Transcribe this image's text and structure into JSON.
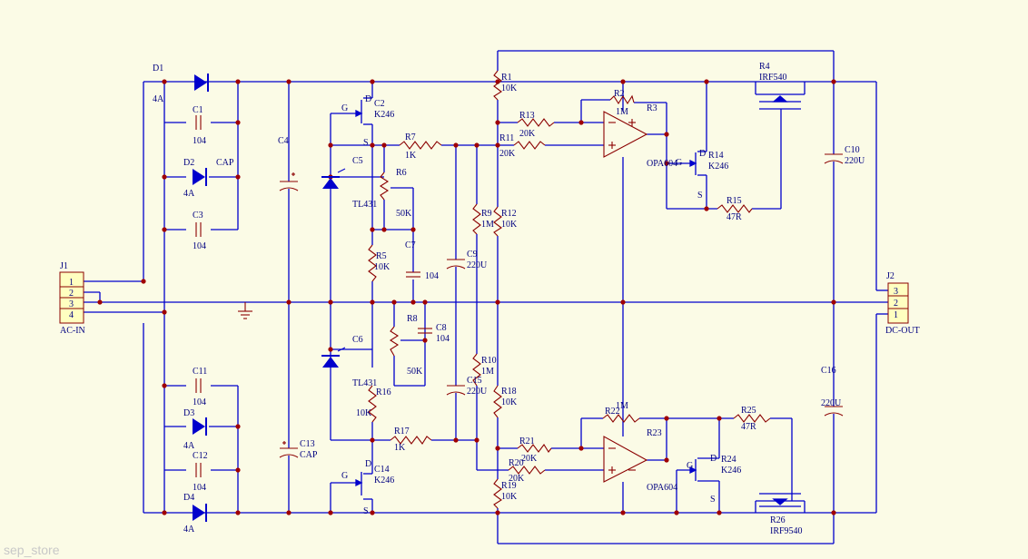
{
  "labels": {
    "D1": "D1",
    "A1": "4A",
    "C1": "C1",
    "v104a": "104",
    "D2": "D2",
    "A2": "4A",
    "CAPa": "CAP",
    "C3": "C3",
    "v104b": "104",
    "C4": "C4",
    "C13": "C13",
    "CAPb": "CAP",
    "C11": "C11",
    "v104c": "104",
    "D3": "D3",
    "A3": "4A",
    "C12": "C12",
    "v104d": "104",
    "D4": "D4",
    "A4": "4A",
    "J1": "J1",
    "ACIN": "AC-IN",
    "p1": "1",
    "p2": "2",
    "p3": "3",
    "p4": "4",
    "J2": "J2",
    "DCOUT": "DC-OUT",
    "q3": "3",
    "q2": "2",
    "q1": "1",
    "G1": "G",
    "C2": "C2",
    "K1": "K246",
    "S1": "S",
    "Dd1": "D",
    "C5": "C5",
    "TL1": "TL431",
    "R6": "R6",
    "R7": "R7",
    "k1a": "1K",
    "k50a": "50K",
    "R5": "R5",
    "k10a": "10K",
    "C7": "C7",
    "v104e": "104",
    "R8": "R8",
    "C8": "C8",
    "v104f": "104",
    "k50b": "50K",
    "C6": "C6",
    "TL2": "TL431",
    "R16": "R16",
    "k10b": "10K",
    "R17": "R17",
    "k1b": "1K",
    "G2": "G",
    "C14": "C14",
    "K2": "K246",
    "S2": "S",
    "Dd2": "D",
    "R9": "R9",
    "M1a": "1M",
    "C9": "C9",
    "u220a": "220U",
    "R10": "R10",
    "M1b": "1M",
    "C15": "C15",
    "u220b": "220U",
    "R1": "R1",
    "k10c": "10K",
    "R12": "R12",
    "k10d": "10K",
    "R18": "R18",
    "k10e": "10K",
    "R19": "R19",
    "k10f": "10K",
    "R13": "R13",
    "k20a": "20K",
    "R11": "R11",
    "k20b": "20K",
    "R2": "R2",
    "M1c": "1M",
    "R3": "R3",
    "OPA1": "OPA604",
    "R14": "R14",
    "K3": "K246",
    "G3": "G",
    "S3": "S",
    "Dd3": "D",
    "R15": "R15",
    "r47a": "47R",
    "R4": "R4",
    "IRF1": "IRF540",
    "C10": "C10",
    "u220c": "220U",
    "C16": "C16",
    "u220d": "220U",
    "R22": "R22",
    "M1d": "1M",
    "R21": "R21",
    "k20c": "20K",
    "R20": "R20",
    "k20d": "20K",
    "R23": "R23",
    "OPA2": "OPA604",
    "R25": "R25",
    "r47b": "47R",
    "R24": "R24",
    "K4": "K246",
    "G4": "G",
    "S4": "S",
    "Dd4": "D",
    "R26": "R26",
    "IRF2": "IRF9540",
    "watermark": "sep_store"
  },
  "colors": {
    "background": "#fbfbe6",
    "wire": "#0000cc",
    "component": "#8b0000",
    "text": "#000080"
  }
}
